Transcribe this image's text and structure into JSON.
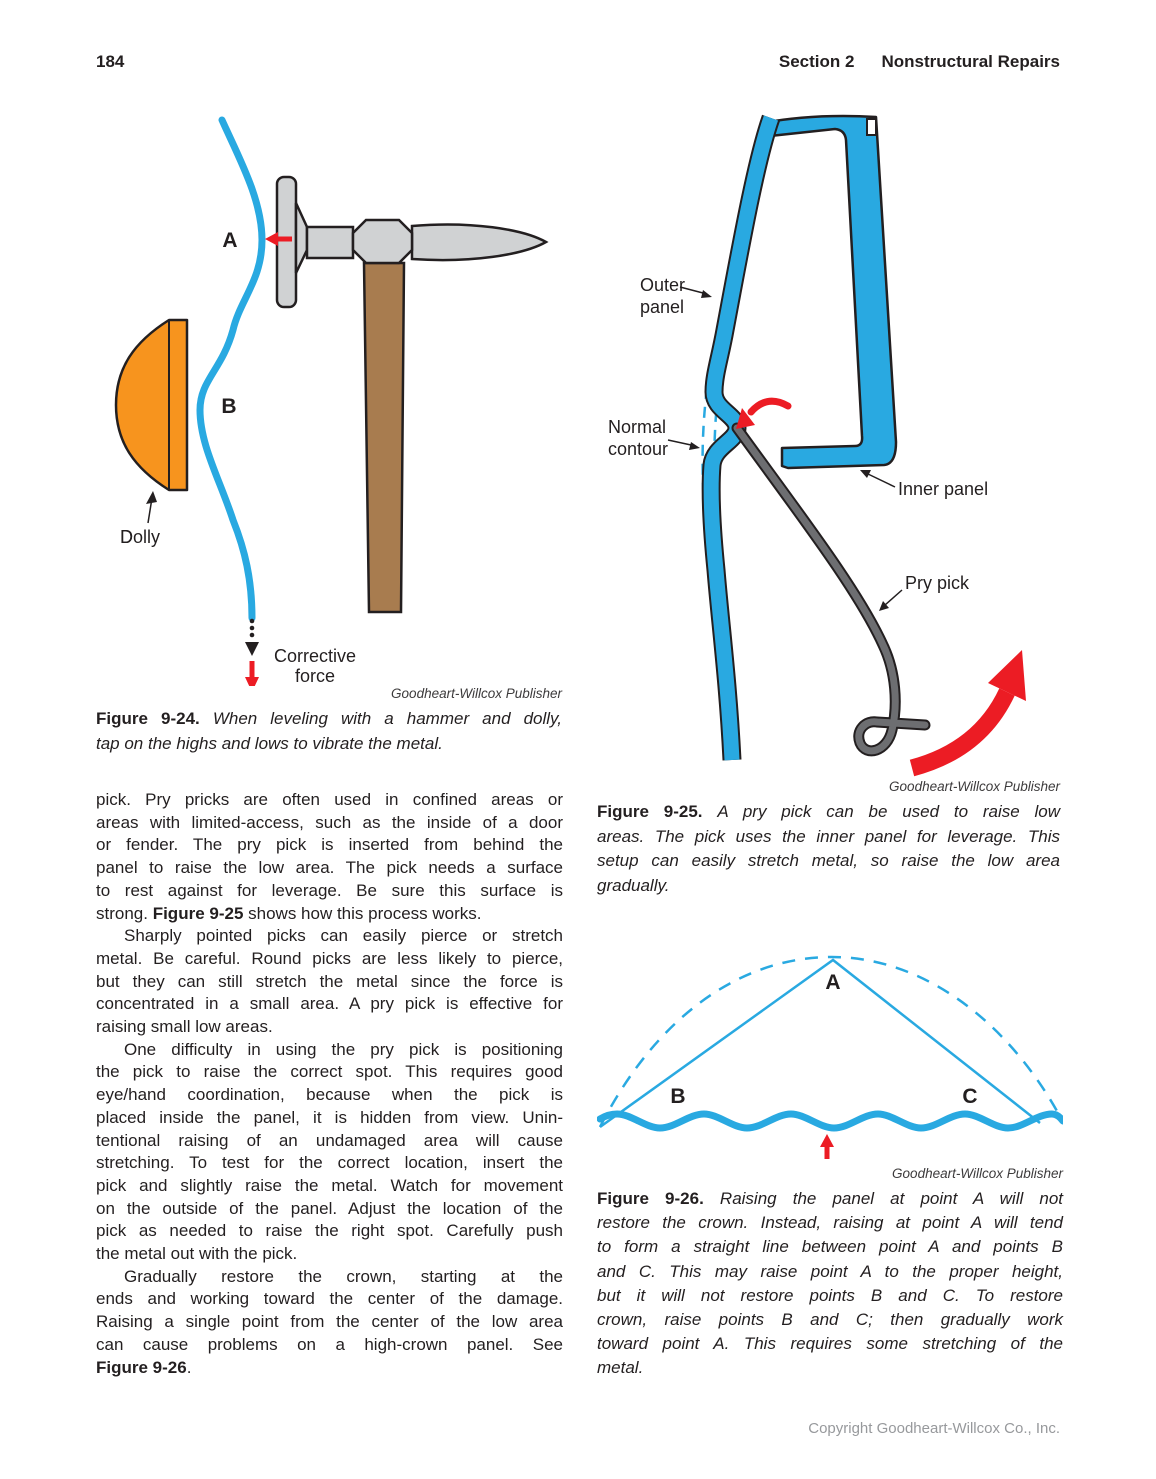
{
  "page": {
    "number": "184",
    "header": {
      "section": "Section 2",
      "title": "Nonstructural Repairs"
    },
    "footer": "Copyright Goodheart-Willcox Co., Inc."
  },
  "colors": {
    "blue": "#29a9e1",
    "orange": "#f7941e",
    "red": "#ec1c24",
    "gray": "#d0d2d3",
    "brown": "#a87c4f",
    "rod_gray": "#6d6e71",
    "outline": "#231f20"
  },
  "figure_9_24": {
    "labels": {
      "a": "A",
      "b": "B",
      "dolly": "Dolly",
      "corrective": [
        "Corrective",
        "force"
      ]
    },
    "credit": "Goodheart-Willcox Publisher",
    "caption": [
      {
        "indent": false,
        "lines": [
          [
            {
              "t": "Figure 9-24. ",
              "s": "b"
            },
            {
              "t": "When leveling with a hammer and dolly,",
              "s": "i"
            }
          ],
          [
            {
              "t": "tap on the highs and lows to vibrate the metal.",
              "s": "i"
            }
          ]
        ]
      }
    ]
  },
  "figure_9_25": {
    "labels": {
      "outer_panel": [
        "Outer",
        "panel"
      ],
      "normal_contour": [
        "Normal",
        "contour"
      ],
      "inner_panel": "Inner panel",
      "pry_pick": "Pry pick"
    },
    "credit": "Goodheart-Willcox Publisher",
    "caption": [
      {
        "indent": false,
        "lines": [
          [
            {
              "t": "Figure 9-25. ",
              "s": "b"
            },
            {
              "t": "A pry pick can be used to raise low",
              "s": "i"
            }
          ],
          [
            {
              "t": "areas. The pick uses the inner panel for leverage. This",
              "s": "i"
            }
          ],
          [
            {
              "t": "setup can easily stretch metal, so raise the low area",
              "s": "i"
            }
          ],
          [
            {
              "t": "gradually.",
              "s": "i"
            }
          ]
        ]
      }
    ]
  },
  "figure_9_26": {
    "labels": {
      "a": "A",
      "b": "B",
      "c": "C"
    },
    "credit": "Goodheart-Willcox Publisher",
    "caption": [
      {
        "indent": false,
        "lines": [
          [
            {
              "t": "Figure 9-26. ",
              "s": "b"
            },
            {
              "t": "Raising the panel at point A will not",
              "s": "i"
            }
          ],
          [
            {
              "t": "restore the crown. Instead, raising at point A will tend",
              "s": "i"
            }
          ],
          [
            {
              "t": "to form a straight line between point A and points B",
              "s": "i"
            }
          ],
          [
            {
              "t": "and C. This may raise point A to the proper height,",
              "s": "i"
            }
          ],
          [
            {
              "t": "but it will not restore points B and C. To restore",
              "s": "i"
            }
          ],
          [
            {
              "t": "crown, raise points B and C; then gradually work",
              "s": "i"
            }
          ],
          [
            {
              "t": "toward point A. This requires some stretching of the",
              "s": "i"
            }
          ],
          [
            {
              "t": "metal.",
              "s": "i"
            }
          ]
        ]
      }
    ]
  },
  "body": {
    "paragraphs": [
      {
        "indent": false,
        "lines": [
          [
            {
              "t": "pick. Pry pricks are often used in confined areas or",
              "s": ""
            }
          ],
          [
            {
              "t": "areas with limited-access, such as the inside of a door",
              "s": ""
            }
          ],
          [
            {
              "t": "or fender. The pry pick is inserted from behind the",
              "s": ""
            }
          ],
          [
            {
              "t": "panel to raise the low area. The pick needs a surface",
              "s": ""
            }
          ],
          [
            {
              "t": "to rest against for leverage. Be sure this surface is",
              "s": ""
            }
          ],
          [
            {
              "t": "strong. ",
              "s": ""
            },
            {
              "t": "Figure 9-25",
              "s": "b"
            },
            {
              "t": " shows how this process works.",
              "s": ""
            }
          ]
        ]
      },
      {
        "indent": true,
        "lines": [
          [
            {
              "t": "Sharply pointed picks can easily pierce or stretch",
              "s": ""
            }
          ],
          [
            {
              "t": "metal. Be careful. Round picks are less likely to pierce,",
              "s": ""
            }
          ],
          [
            {
              "t": "but they can still stretch the metal since the force is",
              "s": ""
            }
          ],
          [
            {
              "t": "concentrated in a small area. A pry pick is effective for",
              "s": ""
            }
          ],
          [
            {
              "t": "raising small low areas.",
              "s": ""
            }
          ]
        ]
      },
      {
        "indent": true,
        "lines": [
          [
            {
              "t": "One difficulty in using the pry pick is positioning",
              "s": ""
            }
          ],
          [
            {
              "t": "the pick to raise the correct spot. This requires good",
              "s": ""
            }
          ],
          [
            {
              "t": "eye/hand coordination, because when the pick is",
              "s": ""
            }
          ],
          [
            {
              "t": "placed inside the panel, it is hidden from view. Unin-",
              "s": ""
            }
          ],
          [
            {
              "t": "tentional raising of an undamaged area will cause",
              "s": ""
            }
          ],
          [
            {
              "t": "stretching. To test for the correct location, insert the",
              "s": ""
            }
          ],
          [
            {
              "t": "pick and slightly raise the metal. Watch for movement",
              "s": ""
            }
          ],
          [
            {
              "t": "on the outside of the panel. Adjust the location of the",
              "s": ""
            }
          ],
          [
            {
              "t": "pick as needed to raise the right spot. Carefully push",
              "s": ""
            }
          ],
          [
            {
              "t": "the metal out with the pick.",
              "s": ""
            }
          ]
        ]
      },
      {
        "indent": true,
        "lines": [
          [
            {
              "t": "Gradually restore the crown, starting at the",
              "s": ""
            }
          ],
          [
            {
              "t": "ends and working toward the center of the damage.",
              "s": ""
            }
          ],
          [
            {
              "t": "Raising a single point from the center of the low area",
              "s": ""
            }
          ],
          [
            {
              "t": "can cause problems on a high-crown panel. See",
              "s": ""
            }
          ],
          [
            {
              "t": "Figure 9-26",
              "s": "b"
            },
            {
              "t": ".",
              "s": ""
            }
          ]
        ]
      }
    ]
  }
}
